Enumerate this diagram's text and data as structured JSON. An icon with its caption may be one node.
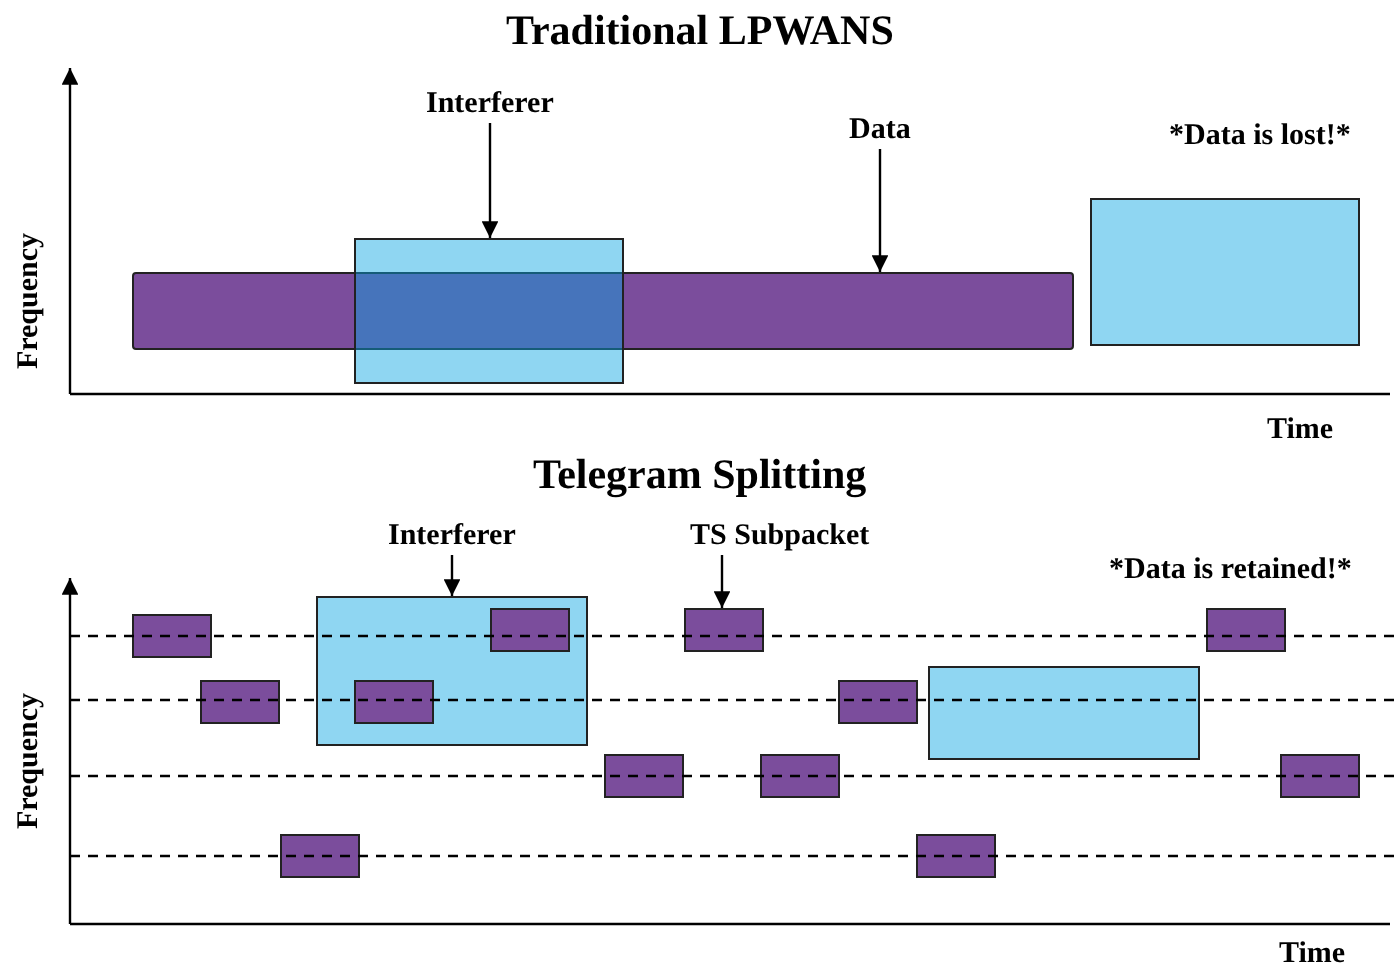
{
  "diagram": {
    "nodes": [
      {
        "text": [
          "Interferer"
        ]
      },
      {
        "text": [],
        "shape": "box"
      },
      {
        "text": [
          "Data"
        ]
      },
      {
        "text": [],
        "shape": "bar"
      },
      {
        "text": [],
        "shape": "box"
      },
      {
        "text": [
          "Interferer"
        ]
      },
      {
        "text": [],
        "shape": "box"
      },
      {
        "text": [
          "TS Subpacket"
        ]
      },
      {
        "text": [],
        "shape": "box"
      },
      {
        "text": [],
        "shape": "box"
      },
      {
        "text": [],
        "shape": "box"
      },
      {
        "text": [],
        "shape": "box"
      },
      {
        "text": [],
        "shape": "box",
        "in": 6
      },
      {
        "text": [],
        "shape": "box",
        "in": 6
      },
      {
        "text": [],
        "shape": "box"
      },
      {
        "text": [],
        "shape": "box"
      },
      {
        "text": [],
        "shape": "box"
      },
      {
        "text": [],
        "shape": "box"
      },
      {
        "text": [],
        "shape": "box"
      },
      {
        "text": [],
        "shape": "box"
      },
      {
        "text": [],
        "shape": "box"
      }
    ],
    "edges": [
      {
        "from": 0,
        "to": 1,
        "arrow": "to"
      },
      {
        "from": 2,
        "to": 3,
        "arrow": "to"
      },
      {
        "from": 5,
        "to": 6,
        "arrow": "to"
      },
      {
        "from": 7,
        "to": 8,
        "arrow": "to"
      }
    ],
    "labels": [
      "Traditional LPWANS",
      "*Data is lost!*",
      "Frequency",
      "Time",
      "Telegram Splitting",
      "*Data is retained!*",
      "Frequency",
      "Time"
    ]
  }
}
